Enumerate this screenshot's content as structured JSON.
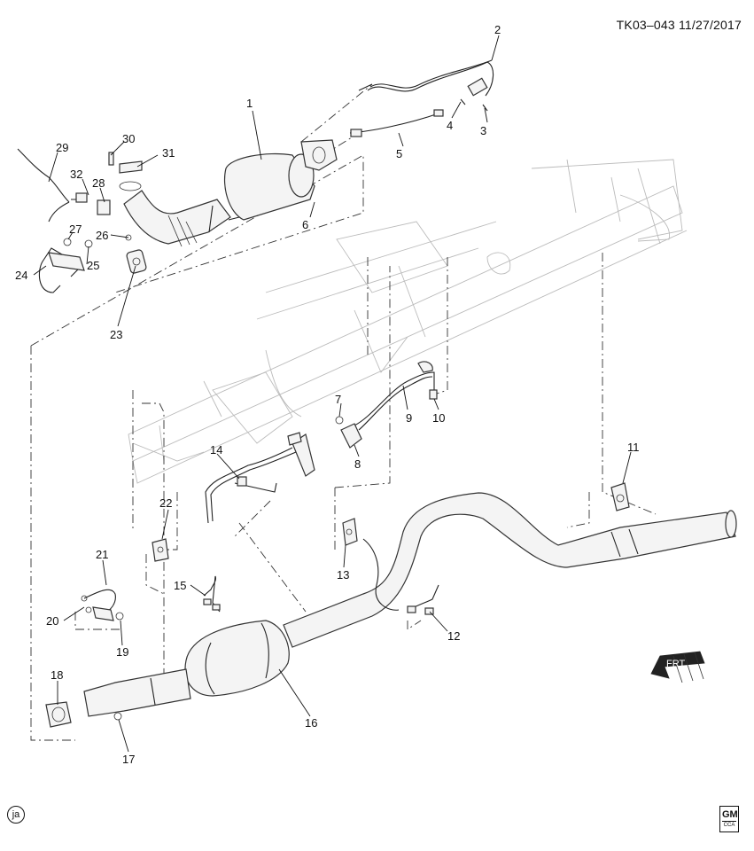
{
  "header": {
    "code": "TK03–043",
    "date": "11/27/2017"
  },
  "footer": {
    "ja_label": "ja",
    "gm_logo": "GM",
    "gm_sub": "CCA"
  },
  "frt_label": "FRT",
  "callouts": [
    "1",
    "2",
    "3",
    "4",
    "5",
    "6",
    "7",
    "8",
    "9",
    "10",
    "11",
    "12",
    "13",
    "14",
    "15",
    "16",
    "17",
    "18",
    "19",
    "20",
    "21",
    "22",
    "23",
    "24",
    "25",
    "26",
    "27",
    "28",
    "29",
    "30",
    "31",
    "32"
  ]
}
